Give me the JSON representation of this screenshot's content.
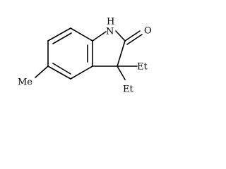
{
  "molecule": {
    "labels": {
      "nh": "H",
      "nh_n": "N",
      "oxygen": "O",
      "ethyl_right": "Et",
      "ethyl_lower": "Et",
      "methyl": "Me"
    }
  }
}
